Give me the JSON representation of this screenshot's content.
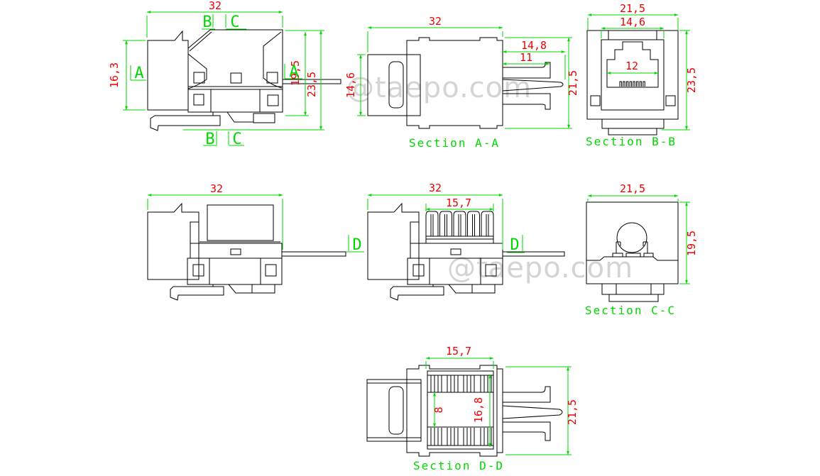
{
  "drawing": {
    "watermark": "@taepo.com",
    "colors": {
      "outline": "#000000",
      "dimension_lines": "#00d800",
      "dimension_text": "#ee0000",
      "watermark_gray": "#d4d4d4",
      "background": "#ffffff"
    },
    "cut_labels": {
      "a": "A",
      "b": "B",
      "c": "C",
      "d": "D"
    },
    "sections": {
      "aa": "Section A-A",
      "bb": "Section B-B",
      "cc": "Section C-C",
      "dd": "Section D-D"
    },
    "dims": {
      "side": {
        "width": "32",
        "rear_height": "16,3",
        "front_height": "19,5",
        "total_height": "23,5"
      },
      "aa": {
        "width": "32",
        "latch_reach": "14,8",
        "hook_reach": "11",
        "bezel_height": "14,6",
        "height": "21,5"
      },
      "bb": {
        "width": "21,5",
        "bezel_width": "14,6",
        "port_width": "12",
        "height": "23,5"
      },
      "top": {
        "width": "32"
      },
      "idc": {
        "width": "32",
        "tower_width": "15,7"
      },
      "cc": {
        "width": "21,5",
        "height": "19,5"
      },
      "dd": {
        "tower_width": "15,7",
        "slot_span": "8",
        "block_span": "16,8",
        "height": "21,5"
      }
    }
  }
}
